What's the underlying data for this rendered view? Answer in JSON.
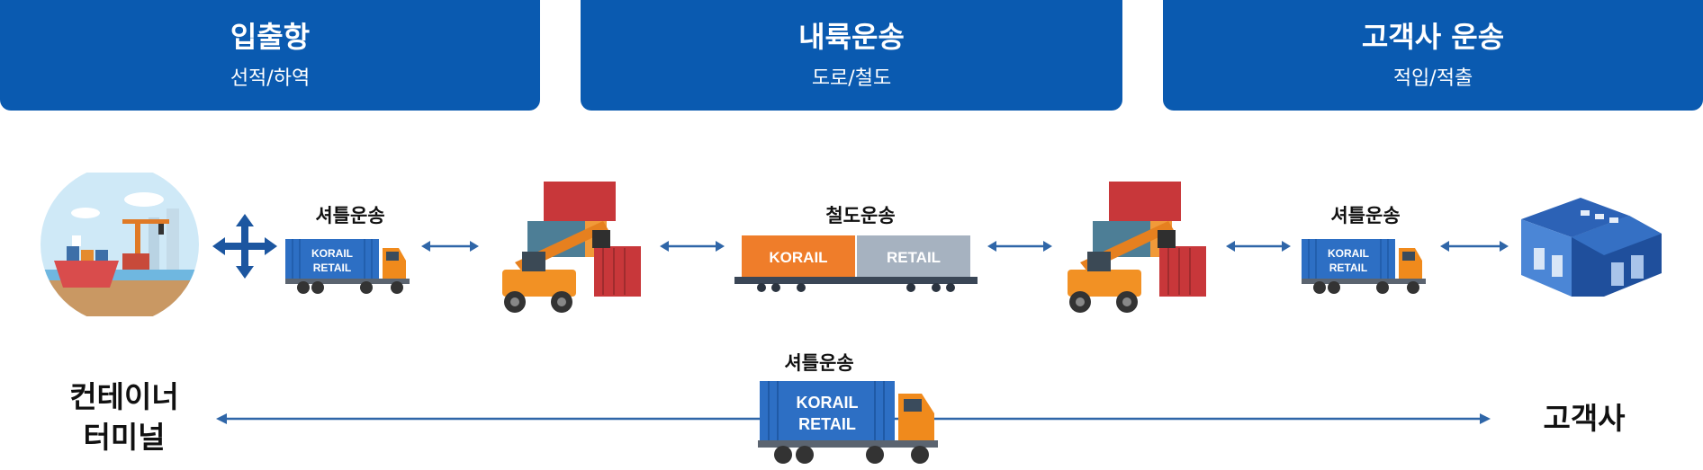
{
  "headers": [
    {
      "title": "입출항",
      "subtitle": "선적/하역"
    },
    {
      "title": "내륙운송",
      "subtitle": "도로/철도"
    },
    {
      "title": "고객사 운송",
      "subtitle": "적입/적출"
    }
  ],
  "flow": {
    "shuttle_left": "셔틀운송",
    "rail": "철도운송",
    "shuttle_right": "셔틀운송",
    "shuttle_bottom": "셔틀운송"
  },
  "ends": {
    "terminal_line1": "컨테이너",
    "terminal_line2": "터미널",
    "customer": "고객사"
  },
  "container_text": {
    "line1": "KORAIL",
    "line2": "RETAIL",
    "wagon_left": "KORAIL",
    "wagon_right": "RETAIL"
  },
  "colors": {
    "header_bg": "#0a5ab0",
    "arrow": "#2f66a8",
    "container_blue": "#2d6fc4",
    "cab_orange": "#f08a1c",
    "wagon_orange": "#ef7d2a",
    "wagon_grey": "#a6b2c0"
  }
}
